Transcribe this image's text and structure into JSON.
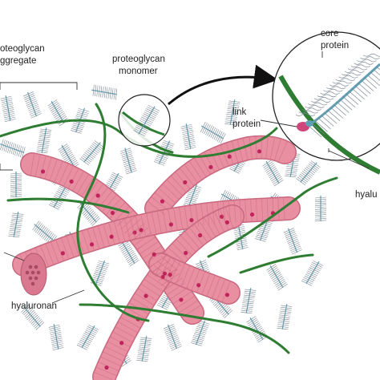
{
  "labels": {
    "aggregate_line1": "oteoglycan",
    "aggregate_line2": "ggregate",
    "monomer_line1": "proteoglycan",
    "monomer_line2": "monomer",
    "core_line1": "core",
    "core_line2": "protein",
    "link_line1": "link",
    "link_line2": "protein",
    "hyaluronan": "hyaluronan",
    "hyaluronan_cut": "hyalu"
  },
  "colors": {
    "collagen": "#e88fa2",
    "collagen_dark": "#c9687e",
    "collagen_dot": "#c0245a",
    "hyaluronan": "#2e7d32",
    "bristle": "#7b8794",
    "core": "#5f9fb4",
    "link_protein": "#d0457a",
    "arrow": "#111111"
  }
}
